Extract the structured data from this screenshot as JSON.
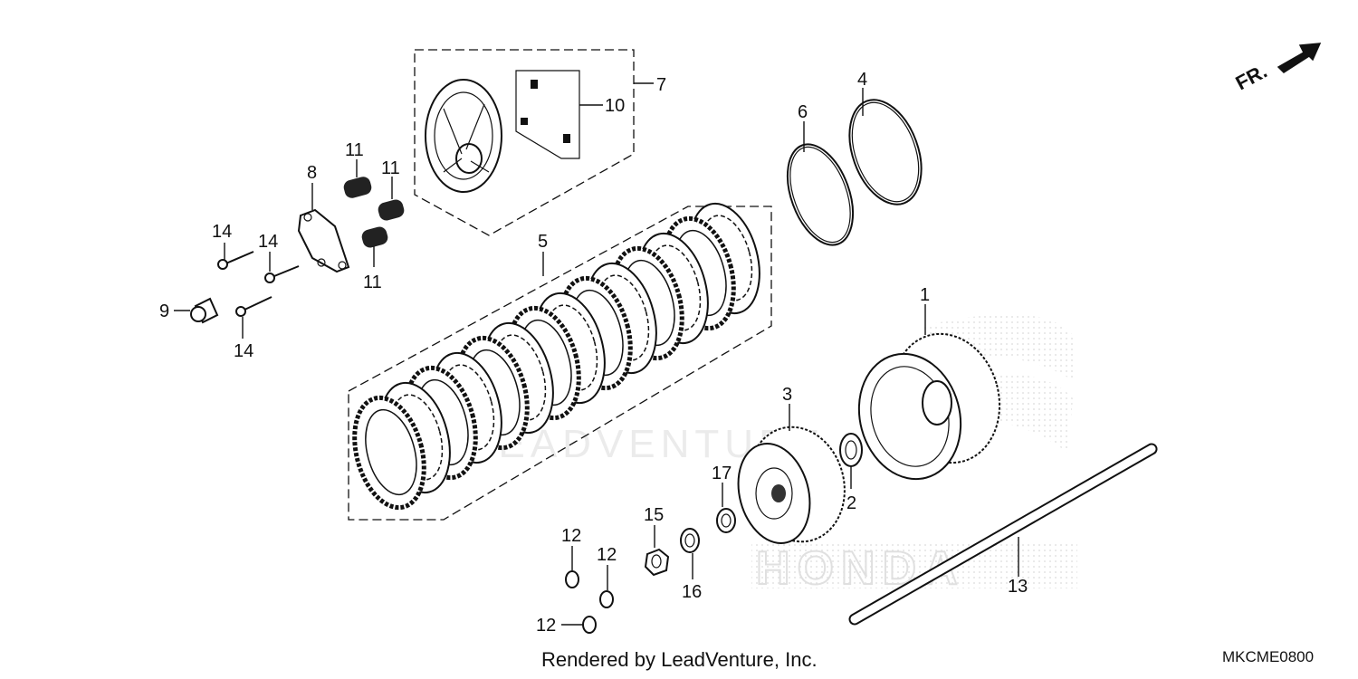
{
  "direction_label": "FR.",
  "callouts": {
    "c1": "1",
    "c2": "2",
    "c3": "3",
    "c4": "4",
    "c5": "5",
    "c6": "6",
    "c7": "7",
    "c8": "8",
    "c9": "9",
    "c10": "10",
    "c11a": "11",
    "c11b": "11",
    "c11c": "11",
    "c12a": "12",
    "c12b": "12",
    "c12c": "12",
    "c13": "13",
    "c14a": "14",
    "c14b": "14",
    "c14c": "14",
    "c15": "15",
    "c16": "16",
    "c17": "17"
  },
  "watermark_text": "LEADVENTURE",
  "watermark_brand": "HONDA",
  "footer": {
    "credit": "Rendered by LeadVenture, Inc.",
    "code": "MKCME0800"
  }
}
